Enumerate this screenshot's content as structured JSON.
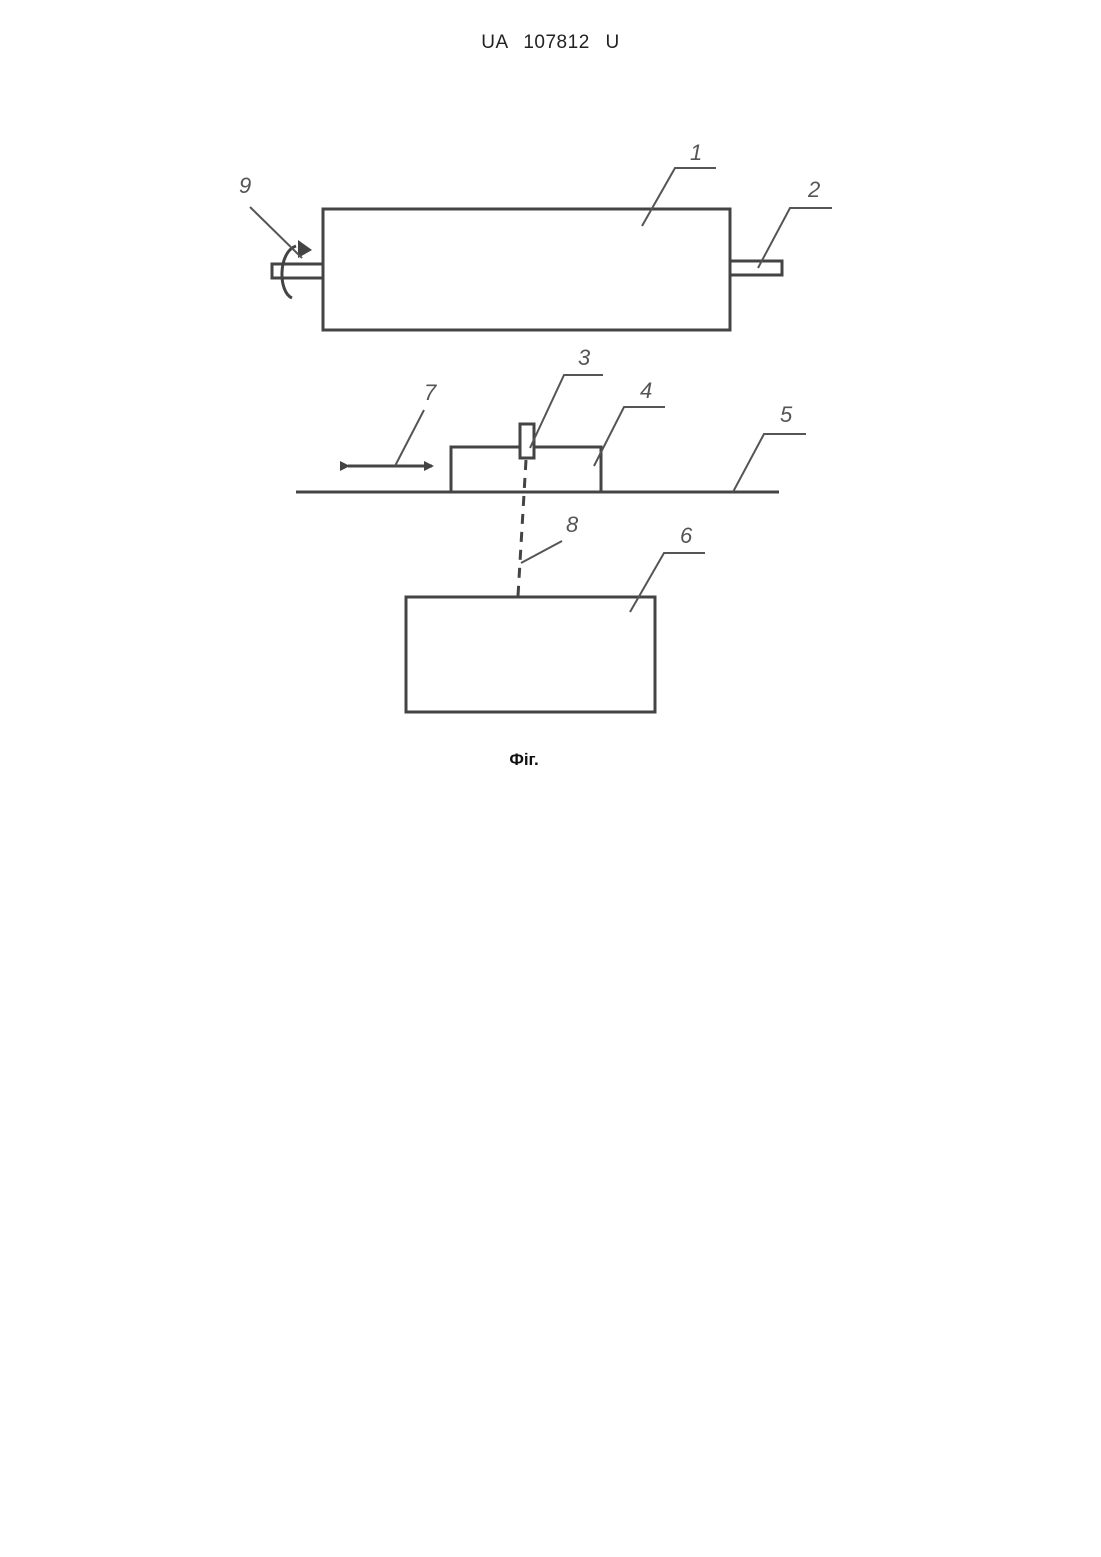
{
  "header": {
    "document_number": "UA   107812   U"
  },
  "figure": {
    "caption": "Фіг.",
    "callouts": {
      "c1": "1",
      "c2": "2",
      "c3": "3",
      "c4": "4",
      "c5": "5",
      "c6": "6",
      "c7": "7",
      "c8": "8",
      "c9": "9"
    }
  },
  "colors": {
    "line": "#444444",
    "text": "#222222"
  }
}
